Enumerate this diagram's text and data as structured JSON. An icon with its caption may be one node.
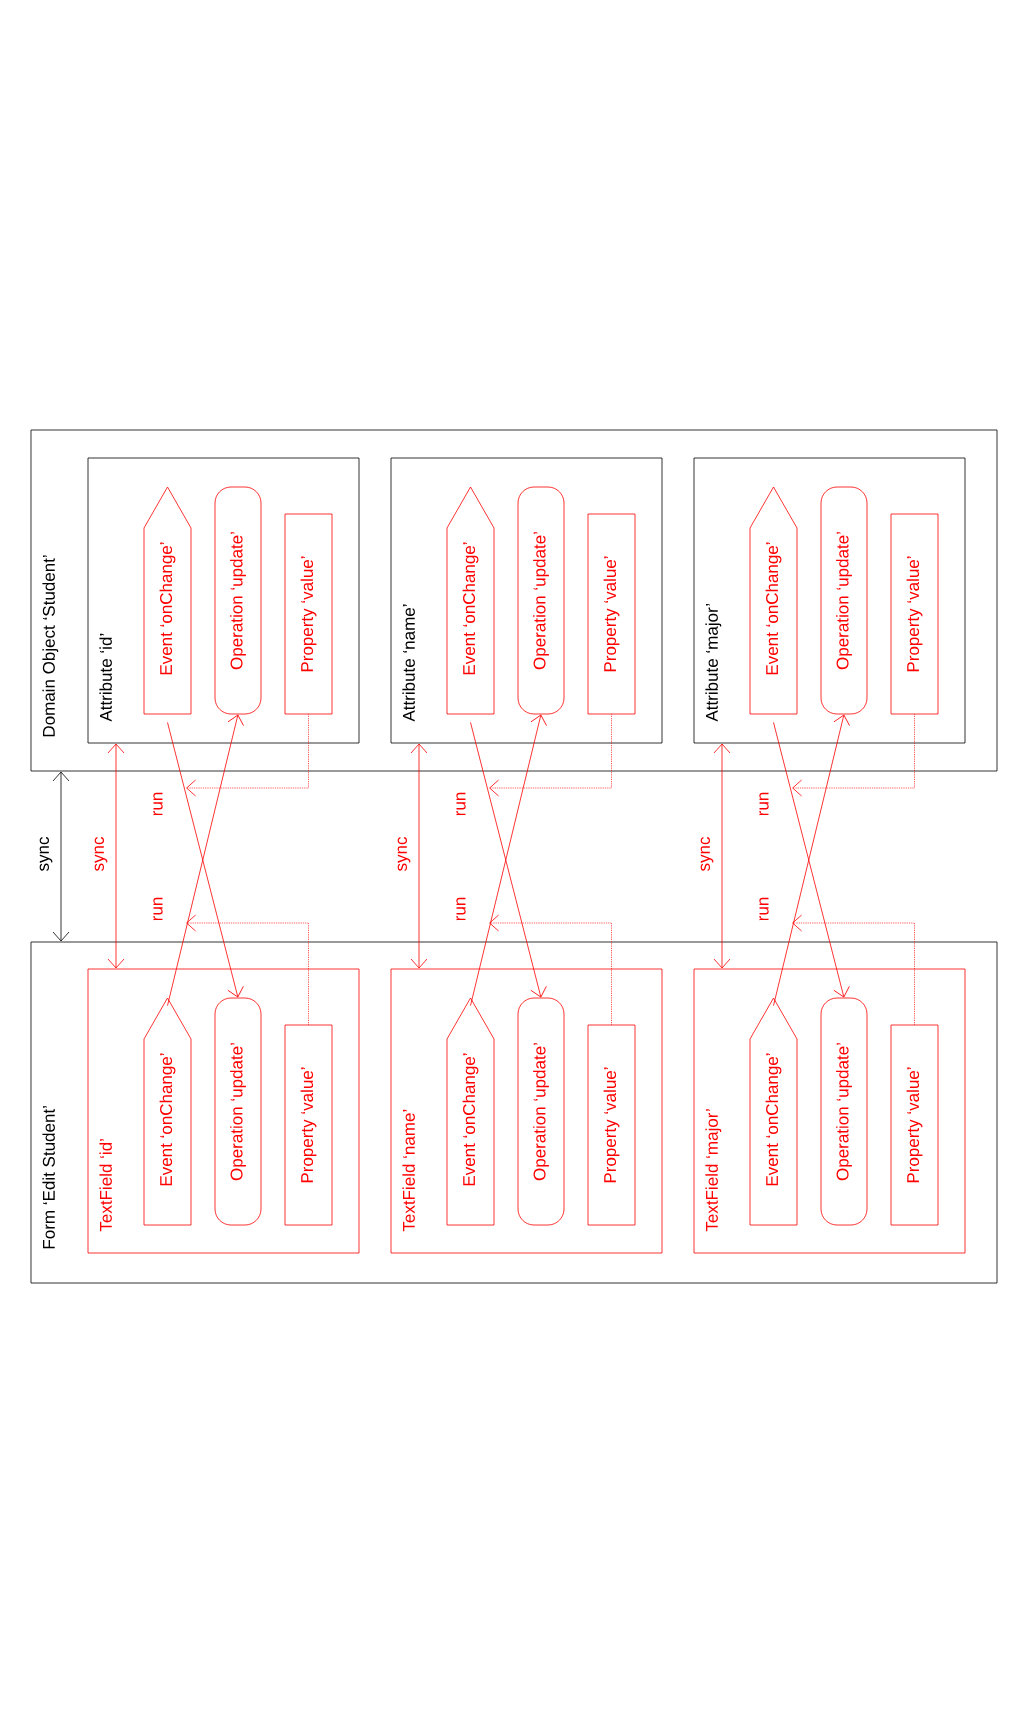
{
  "diagram": {
    "nodes": [
      {
        "text": [
          "Domain Object ‘Student’"
        ]
      },
      {
        "text": [
          "Attribute ‘id’"
        ],
        "in": 0
      },
      {
        "text": [
          "Event ‘onChange’"
        ],
        "in": 1
      },
      {
        "text": [
          "Operation ‘update’"
        ],
        "in": 1
      },
      {
        "text": [
          "Property ‘value’"
        ],
        "in": 1
      },
      {
        "text": [
          "Attribute ‘name’"
        ],
        "in": 0
      },
      {
        "text": [
          "Event ‘onChange’"
        ],
        "in": 5
      },
      {
        "text": [
          "Operation ‘update’"
        ],
        "in": 5
      },
      {
        "text": [
          "Property ‘value’"
        ],
        "in": 5
      },
      {
        "text": [
          "Attribute ‘major’"
        ],
        "in": 0
      },
      {
        "text": [
          "Event ‘onChange’"
        ],
        "in": 9
      },
      {
        "text": [
          "Operation ‘update’"
        ],
        "in": 9
      },
      {
        "text": [
          "Property ‘value’"
        ],
        "in": 9
      },
      {
        "text": [
          "Form ‘Edit Student’"
        ]
      },
      {
        "text": [
          "TextField ‘id’"
        ],
        "in": 13
      },
      {
        "text": [
          "Event ‘onChange’"
        ],
        "in": 14
      },
      {
        "text": [
          "Operation ‘update’"
        ],
        "in": 14
      },
      {
        "text": [
          "Property ‘value’"
        ],
        "in": 14
      },
      {
        "text": [
          "TextField ‘name’"
        ],
        "in": 13
      },
      {
        "text": [
          "Event ‘onChange’"
        ],
        "in": 18
      },
      {
        "text": [
          "Operation ‘update’"
        ],
        "in": 18
      },
      {
        "text": [
          "Property ‘value’"
        ],
        "in": 18
      },
      {
        "text": [
          "TextField ‘major’"
        ],
        "in": 13
      },
      {
        "text": [
          "Event ‘onChange’"
        ],
        "in": 22
      },
      {
        "text": [
          "Operation ‘update’"
        ],
        "in": 22
      },
      {
        "text": [
          "Property ‘value’"
        ],
        "in": 22
      }
    ],
    "edges": [
      {
        "from": 0,
        "to": 13,
        "arrow": "both",
        "label": "sync",
        "color": "#000000"
      },
      {
        "from": 1,
        "to": 14,
        "arrow": "both",
        "label": "sync"
      },
      {
        "from": 2,
        "to": 16,
        "arrow": "to",
        "label": "run"
      },
      {
        "from": 15,
        "to": 3,
        "arrow": "to",
        "label": "run"
      },
      {
        "from": 4,
        "to": null,
        "arrow": "to",
        "style": "dashed"
      },
      {
        "from": 17,
        "to": null,
        "arrow": "to",
        "style": "dashed"
      },
      {
        "from": 5,
        "to": 18,
        "arrow": "both",
        "label": "sync"
      },
      {
        "from": 6,
        "to": 20,
        "arrow": "to",
        "label": "run"
      },
      {
        "from": 19,
        "to": 7,
        "arrow": "to",
        "label": "run"
      },
      {
        "from": 8,
        "to": null,
        "arrow": "to",
        "style": "dashed"
      },
      {
        "from": 21,
        "to": null,
        "arrow": "to",
        "style": "dashed"
      },
      {
        "from": 9,
        "to": 22,
        "arrow": "both",
        "label": "sync"
      },
      {
        "from": 10,
        "to": 24,
        "arrow": "to",
        "label": "run"
      },
      {
        "from": 23,
        "to": 11,
        "arrow": "to",
        "label": "run"
      },
      {
        "from": 12,
        "to": null,
        "arrow": "to",
        "style": "dashed"
      },
      {
        "from": 25,
        "to": null,
        "arrow": "to",
        "style": "dashed"
      }
    ]
  }
}
